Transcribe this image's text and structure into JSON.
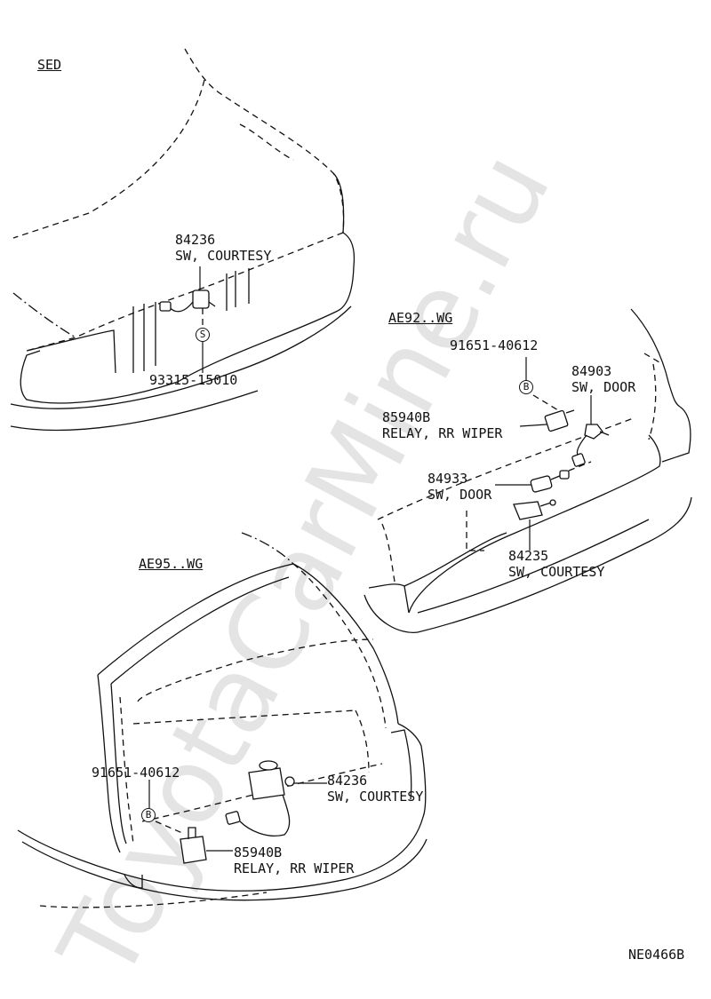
{
  "sections": {
    "sed": {
      "title": "SED"
    },
    "ae92": {
      "title": "AE92..WG"
    },
    "ae95": {
      "title": "AE95..WG"
    }
  },
  "sed_parts": {
    "courtesy": {
      "number": "84236",
      "name": "SW, COURTESY"
    },
    "screw": {
      "number": "93315-15010",
      "mark": "S"
    }
  },
  "ae92_parts": {
    "bolt": {
      "number": "91651-40612",
      "mark": "B"
    },
    "door_sw_1": {
      "number": "84903",
      "name": "SW, DOOR"
    },
    "relay": {
      "number": "85940B",
      "name": "RELAY, RR WIPER"
    },
    "door_sw_2": {
      "number": "84933",
      "name": "SW, DOOR"
    },
    "courtesy": {
      "number": "84235",
      "name": "SW, COURTESY"
    }
  },
  "ae95_parts": {
    "bolt": {
      "number": "91651-40612",
      "mark": "B"
    },
    "courtesy": {
      "number": "84236",
      "name": "SW, COURTESY"
    },
    "relay": {
      "number": "85940B",
      "name": "RELAY, RR WIPER"
    }
  },
  "figure_code": "NE0466B",
  "watermark": "ToyotaCarMine.ru"
}
